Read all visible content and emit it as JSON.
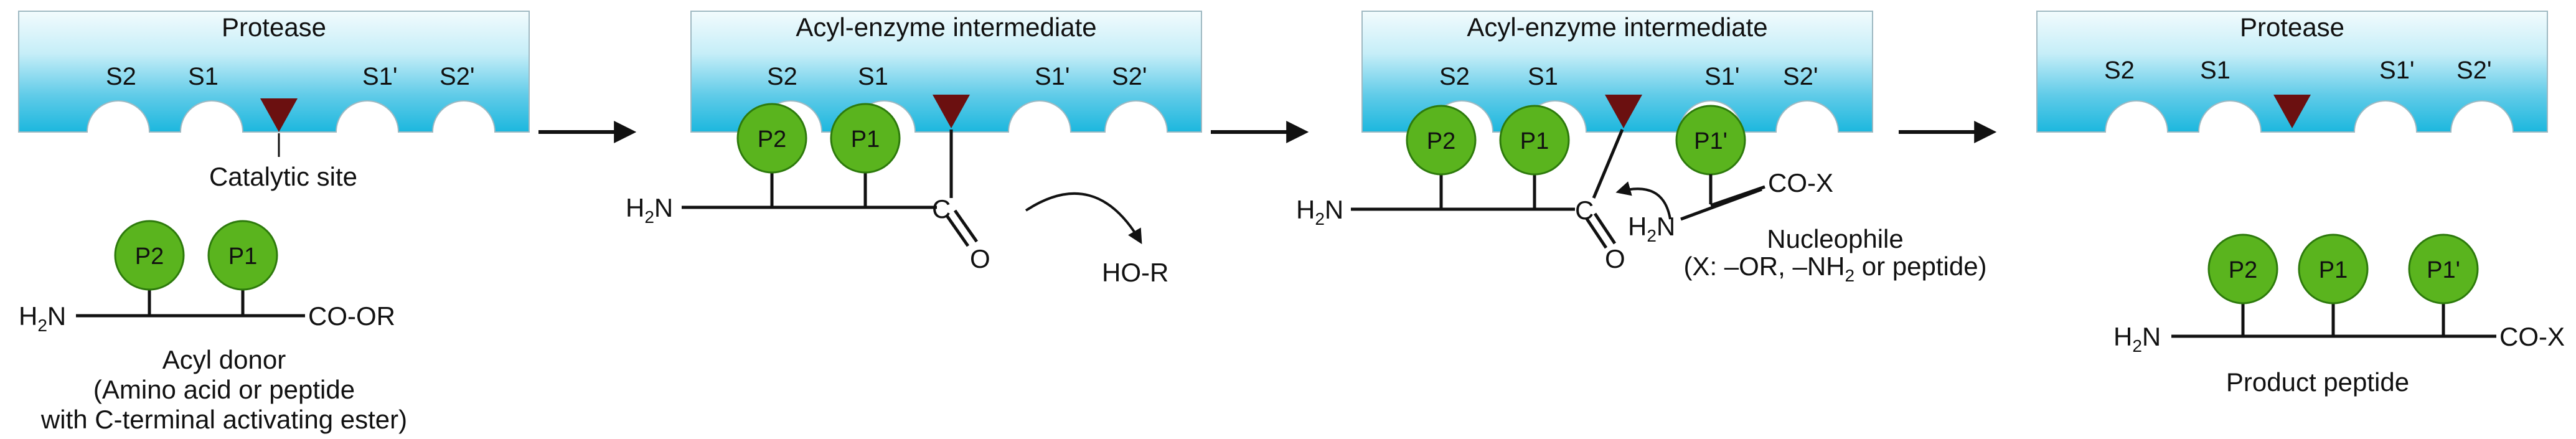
{
  "colors": {
    "protease_top": "#f2fbfd",
    "protease_bottom": "#1cb7de",
    "residue": "#5ab41e",
    "residue_stroke": "#2d7a0c",
    "catalytic": "#6b1010",
    "ink": "#111111"
  },
  "panel1": {
    "title": "Protease",
    "pockets": [
      "S2",
      "S1",
      "S1'",
      "S2'"
    ],
    "catalytic_label": "Catalytic site",
    "residues": [
      "P2",
      "P1"
    ],
    "n_term": "H",
    "n_sub": "2",
    "n_end": "N",
    "c_term": "CO-OR",
    "caption_line1": "Acyl donor",
    "caption_line2": "(Amino acid or peptide",
    "caption_line3": "with C-terminal activating ester)"
  },
  "panel2": {
    "title": "Acyl-enzyme intermediate",
    "pockets": [
      "S2",
      "S1",
      "S1'",
      "S2'"
    ],
    "residues": [
      "P2",
      "P1"
    ],
    "n_term": "H",
    "n_sub": "2",
    "n_end": "N",
    "carbon": "C",
    "oxygen": "O",
    "leaving_group": "HO-R"
  },
  "panel3": {
    "title": "Acyl-enzyme intermediate",
    "pockets": [
      "S2",
      "S1",
      "S1'",
      "S2'"
    ],
    "residues": [
      "P2",
      "P1",
      "P1'"
    ],
    "n_term": "H",
    "n_sub": "2",
    "n_end": "N",
    "carbon": "C",
    "oxygen": "O",
    "nuc_amine": "H",
    "nuc_sub": "2",
    "nuc_end": "N",
    "nuc_cterm": "CO-X",
    "nucleophile_label": "Nucleophile",
    "x_line_a": "(X: –OR, –NH",
    "x_line_sub": "2",
    "x_line_b": " or peptide)"
  },
  "panel4": {
    "title": "Protease",
    "pockets": [
      "S2",
      "S1",
      "S1'",
      "S2'"
    ],
    "residues": [
      "P2",
      "P1",
      "P1'"
    ],
    "n_term": "H",
    "n_sub": "2",
    "n_end": "N",
    "c_term": "CO-X",
    "caption": "Product peptide"
  }
}
